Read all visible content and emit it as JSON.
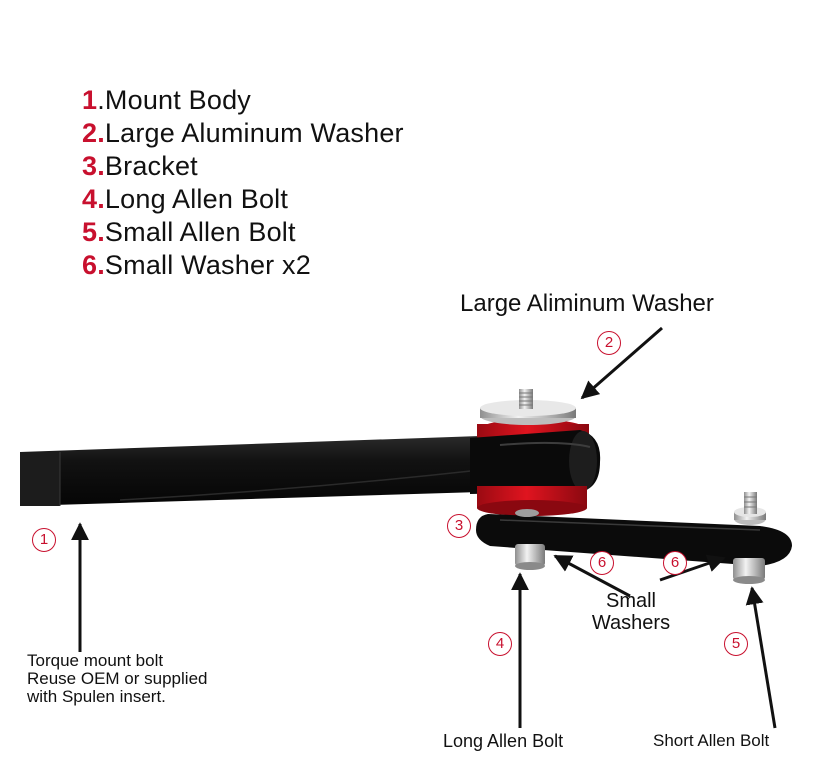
{
  "parts_list": [
    {
      "num": "1",
      "label": ".Mount Body"
    },
    {
      "num": "2.",
      "label": "Large Aluminum Washer"
    },
    {
      "num": "3.",
      "label": "Bracket"
    },
    {
      "num": "4.",
      "label": "Long Allen Bolt"
    },
    {
      "num": "5.",
      "label": "Small Allen Bolt"
    },
    {
      "num": "6.",
      "label": "Small Washer x2"
    }
  ],
  "labels": {
    "large_washer": "Large Aliminum Washer",
    "small_washers_line1": "Small",
    "small_washers_line2": "Washers",
    "torque_line1": "Torque mount bolt",
    "torque_line2": "Reuse OEM or supplied",
    "torque_line3": "with Spulen insert.",
    "long_bolt": "Long Allen Bolt",
    "short_bolt": "Short Allen Bolt"
  },
  "callouts": {
    "c1": "1",
    "c2": "2",
    "c3": "3",
    "c4": "4",
    "c5": "5",
    "c6a": "6",
    "c6b": "6"
  },
  "colors": {
    "accent_red": "#c8102e",
    "body_black": "#0d0d0d",
    "polyurethane_red": "#d0101c",
    "aluminum": "#c9c9c9"
  }
}
